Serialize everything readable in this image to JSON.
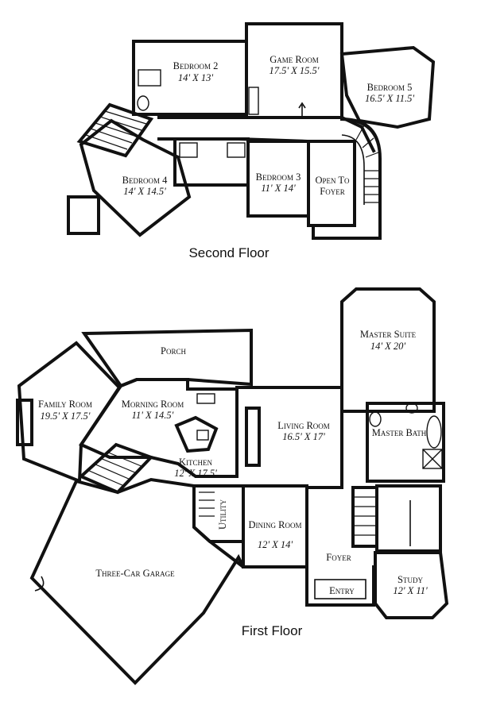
{
  "floors": [
    {
      "title": "Second Floor",
      "rooms": [
        {
          "name": "Bedroom 2",
          "dims": "14' X 13'"
        },
        {
          "name": "Game Room",
          "dims": "17.5' X 15.5'"
        },
        {
          "name": "Bedroom 5",
          "dims": "16.5' X 11.5'"
        },
        {
          "name": "Bedroom 4",
          "dims": "14' X 14.5'"
        },
        {
          "name": "Bedroom 3",
          "dims": "11' X 14'"
        },
        {
          "name": "Open To",
          "dims": "Foyer"
        }
      ]
    },
    {
      "title": "First Floor",
      "rooms": [
        {
          "name": "Porch",
          "dims": ""
        },
        {
          "name": "Master Suite",
          "dims": "14' X 20'"
        },
        {
          "name": "Family Room",
          "dims": "19.5' X 17.5'"
        },
        {
          "name": "Morning Room",
          "dims": "11' X 14.5'"
        },
        {
          "name": "Living Room",
          "dims": "16.5' X 17'"
        },
        {
          "name": "Master Bath",
          "dims": ""
        },
        {
          "name": "Kitchen",
          "dims": "12' X 17.5'"
        },
        {
          "name": "Utility",
          "dims": ""
        },
        {
          "name": "Dining Room",
          "dims": "12' X 14'"
        },
        {
          "name": "Three-Car Garage",
          "dims": ""
        },
        {
          "name": "Foyer",
          "dims": ""
        },
        {
          "name": "Entry",
          "dims": ""
        },
        {
          "name": "Study",
          "dims": "12' X 11'"
        }
      ]
    }
  ]
}
